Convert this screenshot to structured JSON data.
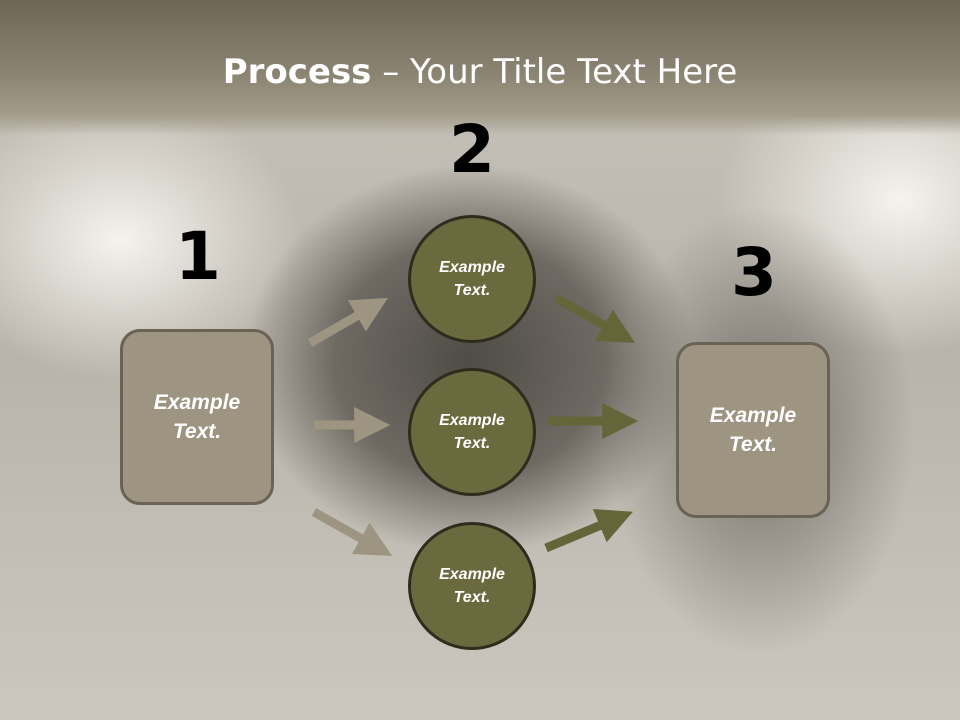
{
  "title": {
    "bold": "Process",
    "rest": " – Your Title Text Here"
  },
  "colors": {
    "box_fill": "#9e9482",
    "box_border": "#6a6355",
    "circle_fill": "#6b6a3e",
    "circle_border": "#2e2d1d",
    "arrow_in": "#9e9482",
    "arrow_out": "#66653a"
  },
  "steps": {
    "n1": "1",
    "n2": "2",
    "n3": "3"
  },
  "left_box": {
    "text": "Example\nText."
  },
  "right_box": {
    "text": "Example\nText."
  },
  "circles": [
    {
      "text": "Example\nText."
    },
    {
      "text": "Example\nText."
    },
    {
      "text": "Example\nText."
    }
  ]
}
